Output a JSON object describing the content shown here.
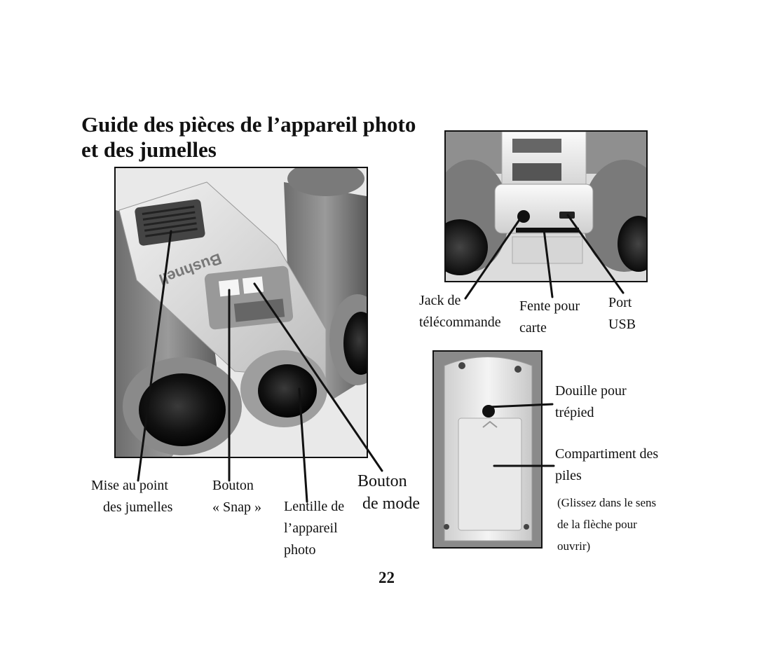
{
  "title": {
    "line1": "Guide des pièces de l’appareil photo",
    "line2": "et des jumelles"
  },
  "brand": {
    "logo_text": "Bushnell"
  },
  "labels": {
    "focus": {
      "line1": "Mise au point",
      "line2": "des jumelles"
    },
    "snap": {
      "line1": "Bouton",
      "line2": "« Snap »"
    },
    "lens": {
      "line1": "Lentille de",
      "line2": "l’appareil",
      "line3": "photo"
    },
    "mode": {
      "line1": "Bouton",
      "line2": "de mode"
    },
    "jack": {
      "line1": "Jack de",
      "line2": "télécommande"
    },
    "card": {
      "line1": "Fente pour",
      "line2": "carte"
    },
    "usb": {
      "line1": "Port",
      "line2": "USB"
    },
    "tripod": {
      "line1": "Douille pour",
      "line2": "trépied"
    },
    "battery": {
      "line1": "Compartiment des",
      "line2": "piles"
    },
    "battery_note": {
      "line1": "(Glissez dans le sens",
      "line2": "de la flèche pour",
      "line3": "ouvrir)"
    }
  },
  "page_number": "22"
}
